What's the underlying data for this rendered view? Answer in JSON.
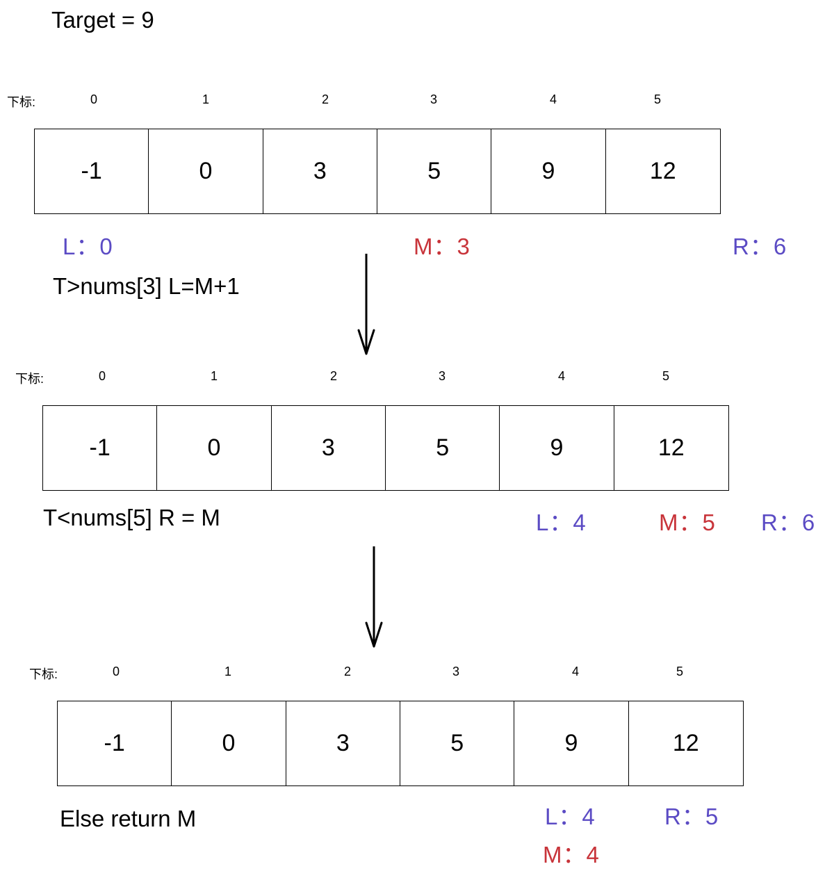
{
  "title": "Target = 9",
  "index_label": "下标:",
  "indices": [
    "0",
    "1",
    "2",
    "3",
    "4",
    "5"
  ],
  "values": [
    "-1",
    "0",
    "3",
    "5",
    "9",
    "12"
  ],
  "colors": {
    "blue": "#5b4bc4",
    "red": "#c8343a"
  },
  "steps": [
    {
      "pointers": {
        "L": "L：0",
        "M": "M：3",
        "R": "R：6"
      },
      "condition": "T>nums[3] L=M+1"
    },
    {
      "pointers": {
        "L": "L：4",
        "M": "M：5",
        "R": "R：6"
      },
      "condition": "T<nums[5] R = M"
    },
    {
      "pointers": {
        "L": "L：4",
        "M": "M：4",
        "R": "R：5"
      },
      "condition": "Else return M"
    }
  ]
}
